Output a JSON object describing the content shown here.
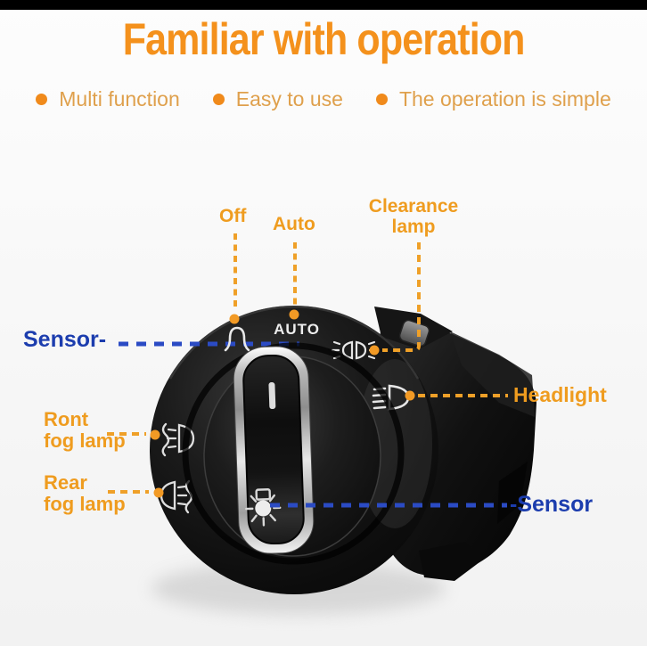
{
  "header": {
    "title": "Familiar with operation",
    "bullets": [
      {
        "label": "Multi function"
      },
      {
        "label": "Easy to use"
      },
      {
        "label": "The operation is simple"
      }
    ]
  },
  "diagram": {
    "switch_markings": {
      "auto": "AUTO"
    },
    "callouts": {
      "off": {
        "label": "Off"
      },
      "auto": {
        "label": "Auto"
      },
      "clearance": {
        "line1": "Clearance",
        "line2": "lamp"
      },
      "sensor_left": {
        "label": "Sensor-"
      },
      "headlight": {
        "label": "Headlight"
      },
      "front_fog": {
        "line1": "Ront",
        "line2": "fog lamp"
      },
      "rear_fog": {
        "line1": "Rear",
        "line2": "fog lamp"
      },
      "sensor_right": {
        "label": "-Sensor"
      }
    },
    "colors": {
      "title_orange": "#F4911C",
      "label_orange": "#EF9C1F",
      "bullet_text_orange": "#DFA04C",
      "dash_orange": "#EFA028",
      "dot_orange": "#F29A25",
      "label_blue": "#1C3DAE",
      "dash_blue": "#2B4BC4",
      "top_bar_black": "#000000"
    }
  }
}
